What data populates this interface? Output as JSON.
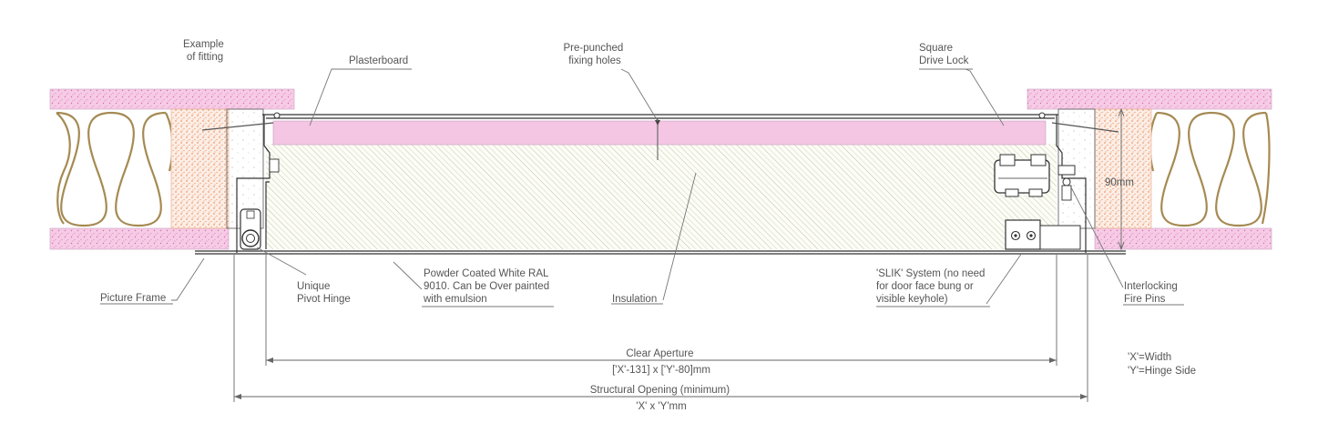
{
  "labels": {
    "example_of_fitting": [
      "Example",
      "of fitting"
    ],
    "plasterboard": "Plasterboard",
    "pre_punched": [
      "Pre-punched",
      "fixing holes"
    ],
    "square_drive_lock": [
      "Square",
      "Drive Lock"
    ],
    "picture_frame": "Picture Frame",
    "pivot_hinge": [
      "Unique",
      "Pivot Hinge"
    ],
    "powder_coated": [
      "Powder Coated White RAL",
      "9010. Can be Over painted",
      "with emulsion"
    ],
    "insulation": "Insulation",
    "slik_system": [
      "'SLIK' System (no need",
      "for door face bung or",
      "visible keyhole)"
    ],
    "fire_pins": [
      "Interlocking",
      "Fire Pins"
    ],
    "depth_90mm": "90mm",
    "clear_aperture": [
      "Clear Aperture",
      "['X'-131] x ['Y'-80]mm"
    ],
    "structural_opening": [
      "Structural Opening (minimum)",
      "'X' x 'Y'mm"
    ],
    "legend": [
      "'X'=Width",
      "'Y'=Hinge Side"
    ]
  },
  "colors": {
    "plasterboard_pink": "#f4c6e4",
    "plasterboard_texture": "#d86aa8",
    "frame_dots": "#e8763a",
    "insulation_roll": "#a58a52",
    "hatch": "#bcc29c",
    "metal": "#333333",
    "leader": "#777777"
  }
}
